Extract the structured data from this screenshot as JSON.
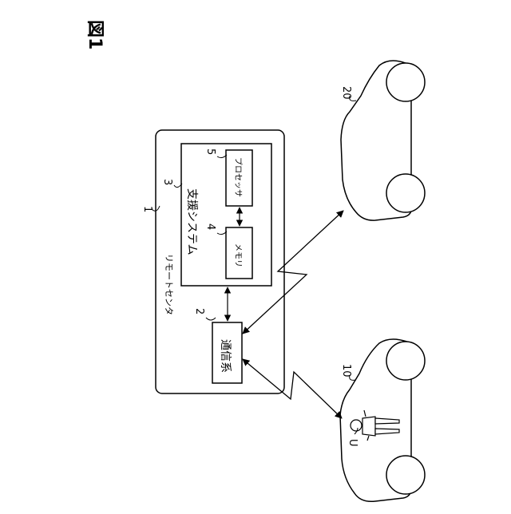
{
  "figure": {
    "title": "図1"
  },
  "labels": {
    "remote_center": "リモートセンタ",
    "support_system": "支援システム",
    "processor": "プロセッサ",
    "memory": "メモリ",
    "communication": "通信系",
    "user": "U"
  },
  "refs": {
    "remote_center": "1",
    "communication": "2",
    "support_system": "3",
    "memory": "4",
    "processor": "5",
    "vehicle_a": "10",
    "vehicle_b": "20"
  }
}
